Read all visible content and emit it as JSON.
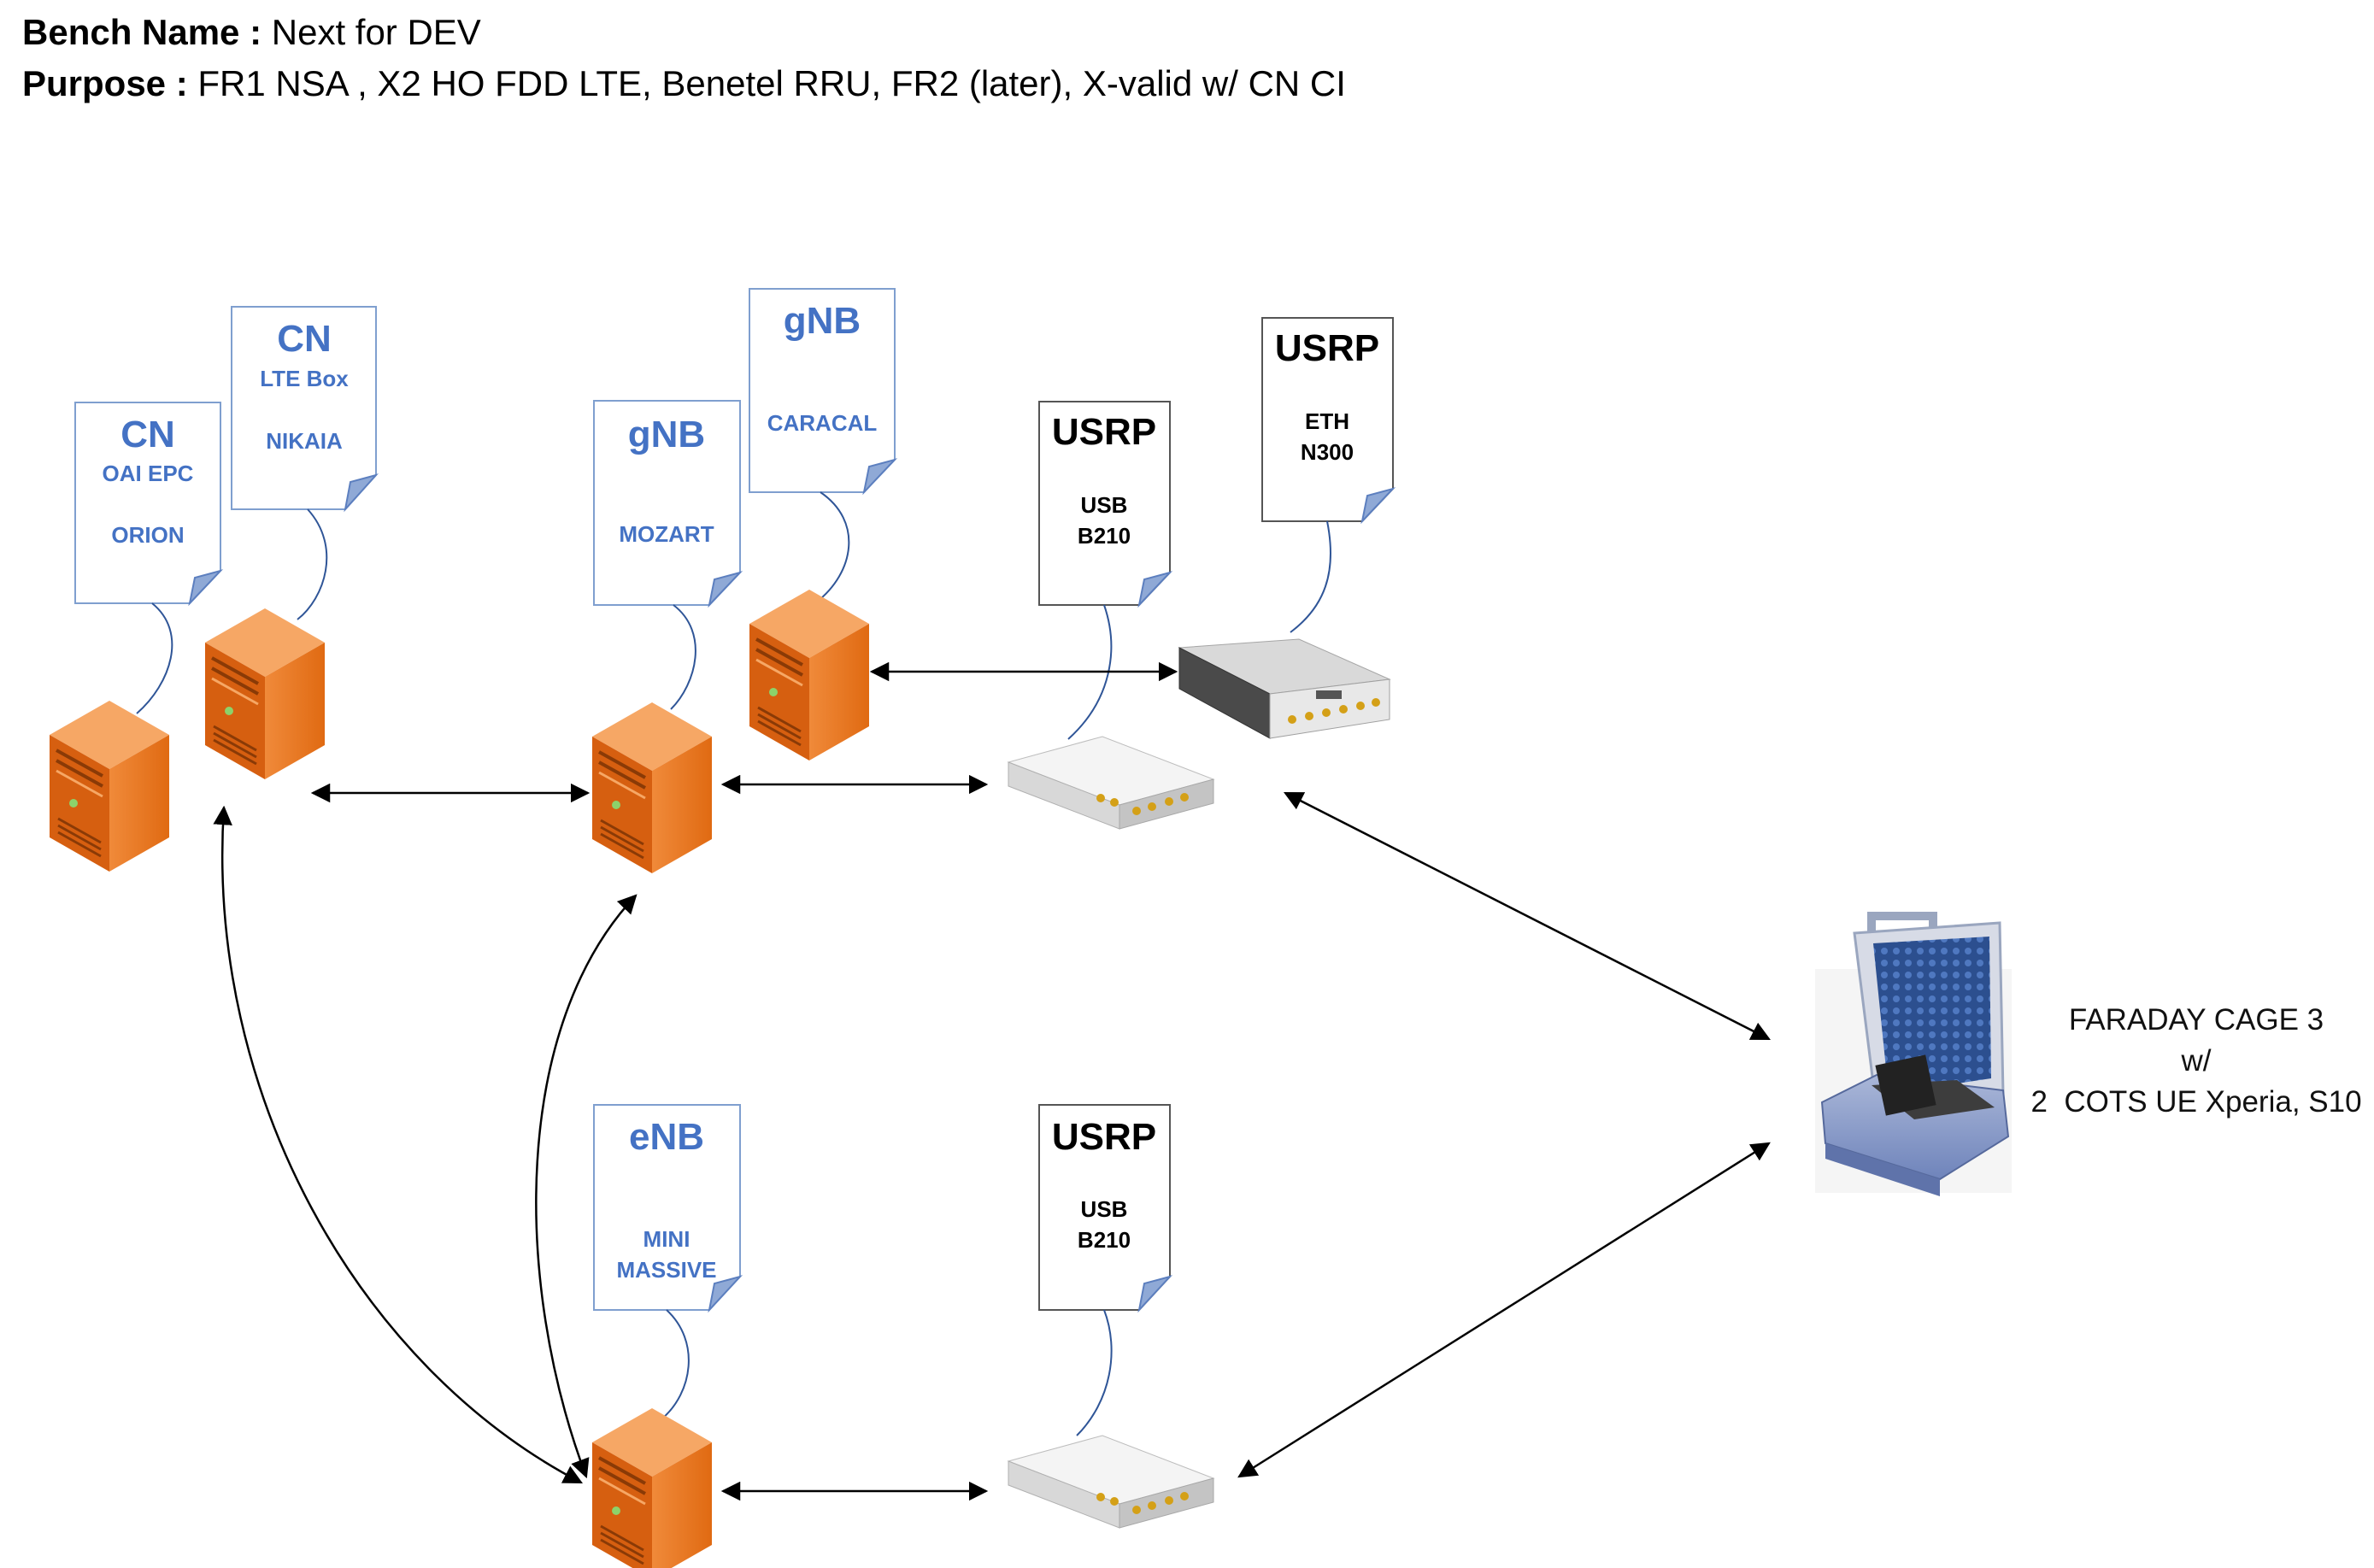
{
  "header": {
    "bench_label": "Bench Name :",
    "bench_value": "Next for DEV",
    "purpose_label": "Purpose :",
    "purpose_value": "FR1 NSA , X2 HO FDD LTE, Benetel RRU, FR2 (later), X-valid w/ CN CI"
  },
  "notes": [
    {
      "id": "cn-orion",
      "title": "CN",
      "lines": [
        "OAI EPC",
        "",
        "ORION"
      ],
      "style": "blue"
    },
    {
      "id": "cn-nikaia",
      "title": "CN",
      "lines": [
        "LTE Box",
        "",
        "NIKAIA"
      ],
      "style": "blue"
    },
    {
      "id": "gnb-mozart",
      "title": "gNB",
      "lines": [
        "",
        "MOZART"
      ],
      "style": "blue"
    },
    {
      "id": "gnb-caracal",
      "title": "gNB",
      "lines": [
        "",
        "CARACAL"
      ],
      "style": "blue"
    },
    {
      "id": "usrp-b210-top",
      "title": "USRP",
      "lines": [
        "USB",
        "B210"
      ],
      "style": "black"
    },
    {
      "id": "usrp-n300",
      "title": "USRP",
      "lines": [
        "ETH",
        "N300"
      ],
      "style": "black"
    },
    {
      "id": "enb-mini-massive",
      "title": "eNB",
      "lines": [
        "",
        "MINI",
        "MASSIVE"
      ],
      "style": "blue"
    },
    {
      "id": "usrp-b210-bottom",
      "title": "USRP",
      "lines": [
        "USB",
        "B210"
      ],
      "style": "black"
    }
  ],
  "faraday": {
    "line1": "FARADAY CAGE 3",
    "line2": "w/",
    "line3": "2  COTS UE Xperia, S10"
  },
  "colors": {
    "note_blue_text": "#4472c4",
    "note_border": "#7f9fcf",
    "server_orange": "#e8721c",
    "server_dark": "#b8520e",
    "server_light": "#f4a260",
    "device_gray": "#e4e4e4",
    "cage_blue": "#7f97c9"
  }
}
